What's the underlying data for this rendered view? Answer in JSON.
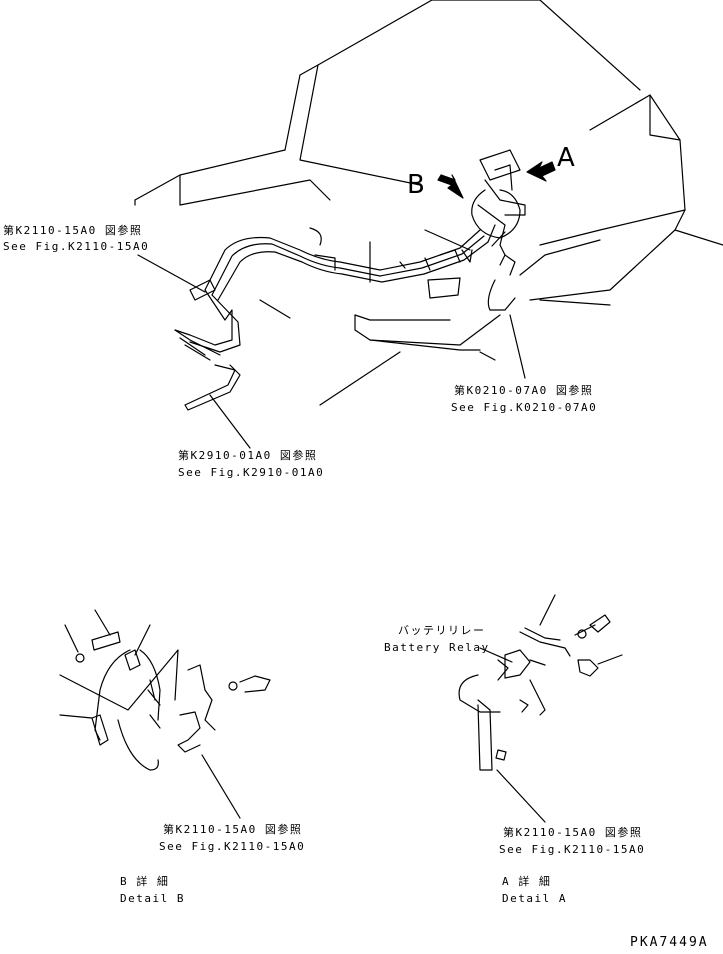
{
  "main_view": {
    "callout_top_left": {
      "ja": "第K2110-15A0 図参照",
      "en": "See Fig.K2110-15A0"
    },
    "callout_bottom": {
      "ja": "第K2910-01A0 図参照",
      "en": "See Fig.K2910-01A0"
    },
    "callout_right": {
      "ja": "第K0210-07A0 図参照",
      "en": "See Fig.K0210-07A0"
    },
    "view_markers": {
      "a": "A",
      "b": "B"
    }
  },
  "detail_b": {
    "callout": {
      "ja": "第K2110-15A0 図参照",
      "en": "See Fig.K2110-15A0"
    },
    "title": {
      "ja": "B 詳 細",
      "en": "Detail B"
    }
  },
  "detail_a": {
    "part_label": {
      "ja": "バッテリリレー",
      "en": "Battery Relay"
    },
    "callout": {
      "ja": "第K2110-15A0 図参照",
      "en": "See Fig.K2110-15A0"
    },
    "title": {
      "ja": "A 詳 細",
      "en": "Detail A"
    }
  },
  "drawing_code": "PKA7449A"
}
